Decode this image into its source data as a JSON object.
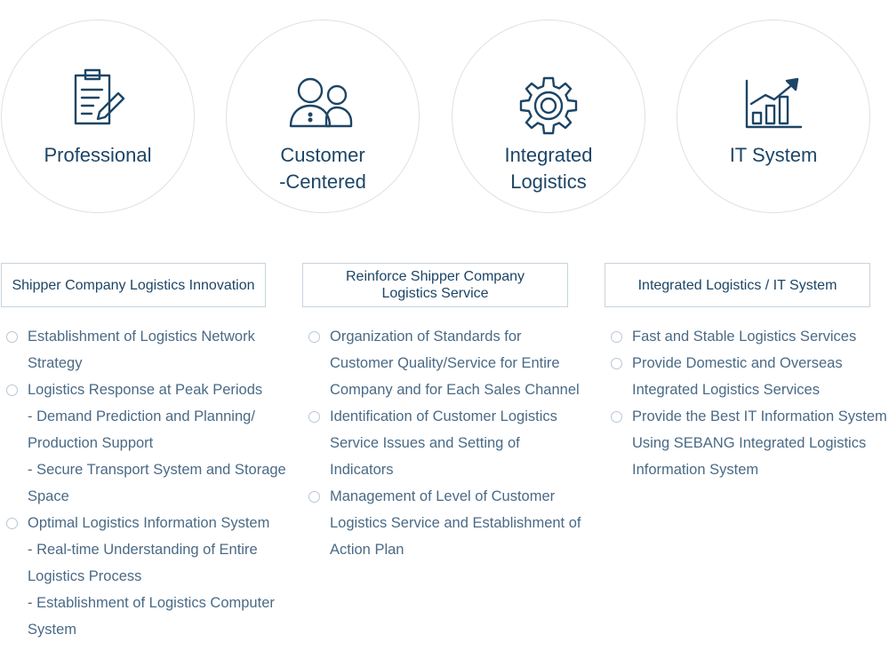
{
  "pillars": [
    {
      "label": "Professional",
      "icon": "clipboard-pencil-icon"
    },
    {
      "label_line1": "Customer",
      "label_line2": "-Centered",
      "icon": "customers-icon"
    },
    {
      "label_line1": "Integrated",
      "label_line2": "Logistics",
      "icon": "gear-icon"
    },
    {
      "label": "IT System",
      "icon": "bar-chart-growth-icon"
    }
  ],
  "columns": [
    {
      "title": "Shipper Company Logistics Innovation",
      "items": [
        {
          "text": "Establishment of Logistics Network Strategy",
          "subs": []
        },
        {
          "text": "Logistics Response at Peak Periods",
          "subs": [
            "- Demand Prediction and Planning/ Production Support",
            "- Secure Transport System and Storage Space"
          ]
        },
        {
          "text": "Optimal Logistics Information System",
          "subs": [
            "- Real-time Understanding of Entire Logistics Process",
            "- Establishment of Logistics Computer System"
          ]
        }
      ]
    },
    {
      "title_line1": "Reinforce Shipper Company",
      "title_line2": "Logistics Service",
      "items": [
        {
          "text": "Organization of Standards for Customer Quality/Service for Entire Company and for Each Sales Channel"
        },
        {
          "text": "Identification of Customer Logistics Service Issues and Setting of Indicators"
        },
        {
          "text": "Management of Level of Customer Logistics Service and Establishment of Action Plan"
        }
      ]
    },
    {
      "title": "Integrated Logistics / IT System",
      "items": [
        {
          "text": "Fast and Stable Logistics Services"
        },
        {
          "text": "Provide Domestic and Overseas Integrated Logistics Services"
        },
        {
          "text": "Provide the Best IT Information System Using SEBANG Integrated Logistics Information System"
        }
      ]
    }
  ],
  "colors": {
    "primary": "#1d4566",
    "text": "#4a6a86",
    "border": "#c8d3dd",
    "circle_border": "#dbe2e9"
  }
}
